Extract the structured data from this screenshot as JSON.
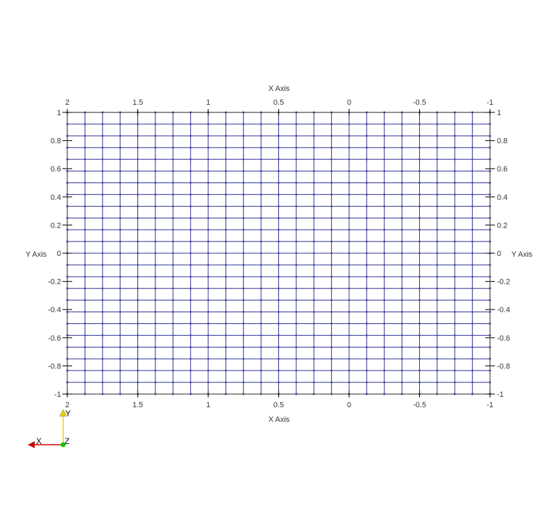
{
  "chart_data": {
    "type": "scatter",
    "description": "Structured grid of points rendered as wireframe mesh with cube axes",
    "x_axis": {
      "label": "X Axis",
      "range": [
        2,
        -1
      ],
      "ticks": [
        2,
        1.5,
        1,
        0.5,
        0,
        -0.5,
        -1
      ],
      "tick_labels": [
        "2",
        "1.5",
        "1",
        "0.5",
        "0",
        "-0.5",
        "-1"
      ],
      "direction": "reversed"
    },
    "y_axis": {
      "label": "Y Axis",
      "range": [
        -1,
        1
      ],
      "ticks": [
        1,
        0.8,
        0.6,
        0.4,
        0.2,
        0,
        -0.2,
        -0.4,
        -0.6,
        -0.8,
        -1
      ],
      "tick_labels": [
        "1",
        "0.8",
        "0.6",
        "0.4",
        "0.2",
        "0",
        "-0.2",
        "-0.4",
        "-0.6",
        "-0.8",
        "-1"
      ]
    },
    "grid": {
      "x_values": [
        2,
        1.875,
        1.75,
        1.625,
        1.5,
        1.375,
        1.25,
        1.125,
        1,
        0.875,
        0.75,
        0.625,
        0.5,
        0.375,
        0.25,
        0.125,
        0,
        -0.125,
        -0.25,
        -0.375,
        -0.5,
        -0.625,
        -0.75,
        -0.875,
        -1
      ],
      "y_values": [
        1,
        0.9167,
        0.8333,
        0.75,
        0.6667,
        0.5833,
        0.5,
        0.4167,
        0.3333,
        0.25,
        0.1667,
        0.0833,
        0,
        -0.0833,
        -0.1667,
        -0.25,
        -0.3333,
        -0.4167,
        -0.5,
        -0.5833,
        -0.6667,
        -0.75,
        -0.8333,
        -0.9167,
        -1
      ],
      "mesh_color": "#2b2f8f",
      "point_color": "#5558b8"
    },
    "orientation_widget": {
      "labels": {
        "x": "X",
        "y": "Y",
        "z": "Z"
      },
      "colors": {
        "x": "#c80000",
        "y": "#e6d200",
        "z": "#00c800"
      }
    },
    "legend": "none"
  },
  "colors": {
    "axis_line": "#222222",
    "tick_text": "#333333",
    "axis_title": "#333333"
  }
}
